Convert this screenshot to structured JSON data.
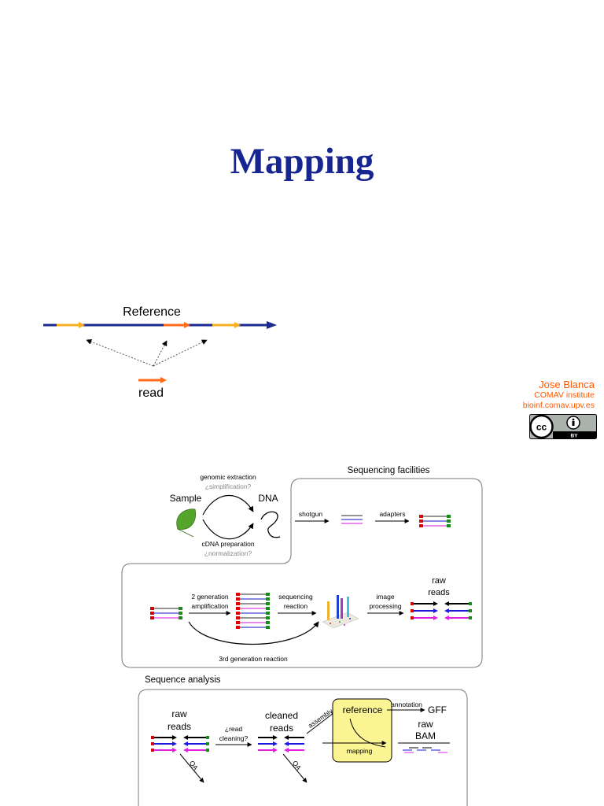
{
  "slide": {
    "title": "Mapping"
  },
  "mapping_diagram": {
    "reference_label": "Reference",
    "read_label": "read"
  },
  "author": {
    "name": "Jose Blanca",
    "institute": "COMAV institute",
    "website": "bioinf.comav.upv.es"
  },
  "license": {
    "badge_text": "BY"
  },
  "workflow": {
    "sequencing_facilities_title": "Sequencing facilities",
    "sample_label": "Sample",
    "dna_label": "DNA",
    "genomic_extraction": "genomic extraction",
    "simplification": "¿simplification?",
    "cdna_preparation": "cDNA preparation",
    "normalization": "¿normalization?",
    "shotgun": "shotgun",
    "adapters": "adapters",
    "second_gen_line1": "2 generation",
    "second_gen_line2": "amplification",
    "sequencing_line1": "sequencing",
    "sequencing_line2": "reaction",
    "image_line1": "image",
    "image_line2": "processing",
    "raw_reads_line1": "raw",
    "raw_reads_line2": "reads",
    "third_gen": "3rd generation reaction",
    "sequence_analysis_title": "Sequence analysis",
    "analysis_raw_line1": "raw",
    "analysis_raw_line2": "reads",
    "read_cleaning_line1": "¿read",
    "read_cleaning_line2": "cleaning?",
    "cleaned_line1": "cleaned",
    "cleaned_line2": "reads",
    "qa_label": "QA",
    "assembly": "assembly",
    "reference": "reference",
    "mapping": "mapping",
    "annotation": "annotation",
    "gff": "GFF",
    "raw_label": "raw",
    "bam": "BAM"
  },
  "colors": {
    "title_blue": "#16258f",
    "reference_line": "#1a2a8f",
    "orange": "#ff6a1a",
    "yellow_segment": "#f7b020",
    "author_orange": "#ff5a00",
    "mapping_box": "#fbf594"
  }
}
